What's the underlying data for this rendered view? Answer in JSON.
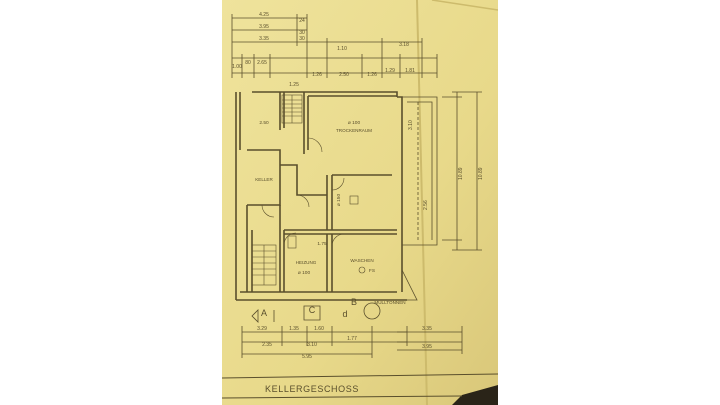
{
  "title": "KELLERGESCHOSS",
  "rooms": {
    "trocken": "TROCKENRAUM",
    "keller": "KELLER",
    "heizung": "HEIZUNG",
    "waschen": "WASCHEN",
    "muelltonnen": "MÜLLTONNEN"
  },
  "section_markers": [
    "A",
    "C",
    "B"
  ],
  "north_marker": "d",
  "dims_top": {
    "r1": [
      "4.25",
      "24"
    ],
    "r2": [
      "3.95",
      "30"
    ],
    "r3": [
      "3.35",
      "30",
      "1.10",
      "3.18"
    ],
    "r4": [
      "1.00",
      "80",
      "2.65",
      "1.26",
      "2.50",
      "1.26",
      "1.29",
      "1.81"
    ],
    "r5": [
      "1.25"
    ]
  },
  "dims_bottom": [
    "3.29",
    "1.35",
    "1.60",
    "1.77",
    "3.35",
    "2.35",
    "3.10",
    "5.95",
    "3.95"
  ],
  "dims_right": [
    "10.89",
    "10.89",
    "3.10",
    "2.56"
  ],
  "dims_inner": [
    "2.50",
    "ø 100",
    "ø 150",
    "ø 100",
    "FS",
    "1.75"
  ],
  "colors": {
    "paper": "#e8d98a",
    "paper_light": "#efe39c",
    "ink": "#5a4f2c",
    "ink_faint": "#8c7f4c",
    "shadow": "#2a2418"
  }
}
